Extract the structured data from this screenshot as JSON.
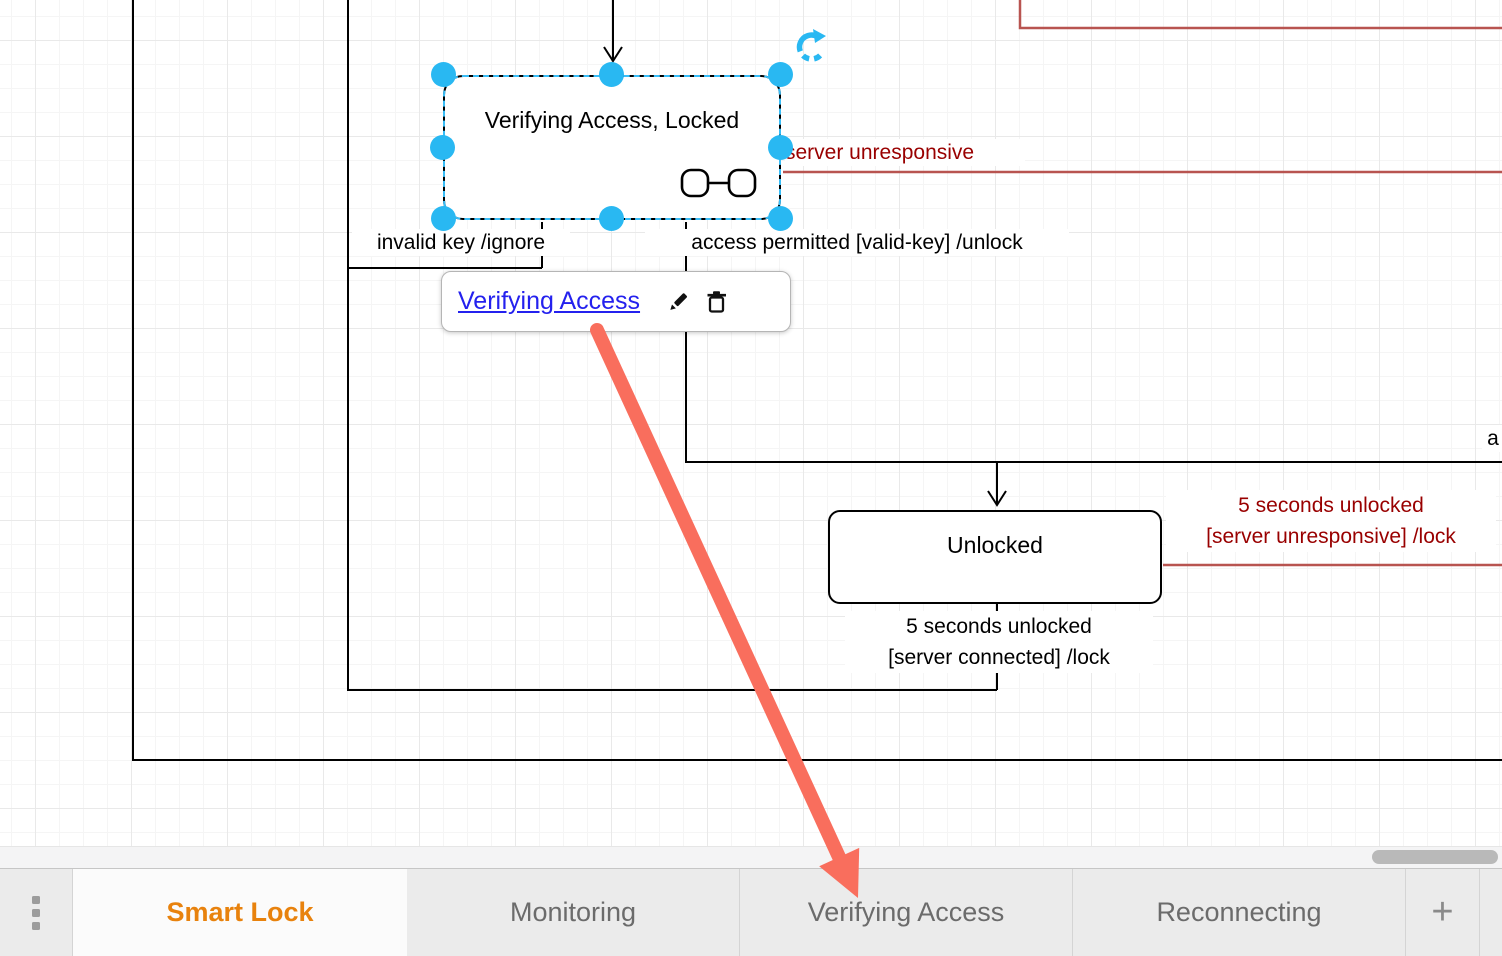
{
  "canvas": {
    "composite_state": {
      "title": "Verifying Access, Locked",
      "icon": "submachine-link-icon"
    },
    "unlocked_state": {
      "title": "Unlocked"
    },
    "edge_labels": {
      "invalid_key": "invalid key /ignore",
      "access_permitted": "access permitted [valid-key] /unlock",
      "server_unresponsive": "server unresponsive",
      "timeout_unresponsive": {
        "line1": "5 seconds unlocked",
        "line2": "[server unresponsive] /lock"
      },
      "timeout_connected": {
        "line1": "5 seconds unlocked",
        "line2": "[server connected] /lock"
      },
      "clipped_right": "a"
    },
    "link_popup": {
      "link_label": "Verifying Access"
    },
    "colors": {
      "selection_handle": "#29b8f2",
      "selection_dash": "#39bdf7",
      "red_edge": "#b85450",
      "red_text": "#990000",
      "link_blue": "#2421ee",
      "annotation_arrow": "#f96e5d",
      "active_tab_text": "#e8820d"
    }
  },
  "tabbar": {
    "tabs": [
      {
        "label": "Smart Lock",
        "active": true
      },
      {
        "label": "Monitoring",
        "active": false
      },
      {
        "label": "Verifying Access",
        "active": false
      },
      {
        "label": "Reconnecting",
        "active": false
      }
    ],
    "add_label": "+"
  }
}
